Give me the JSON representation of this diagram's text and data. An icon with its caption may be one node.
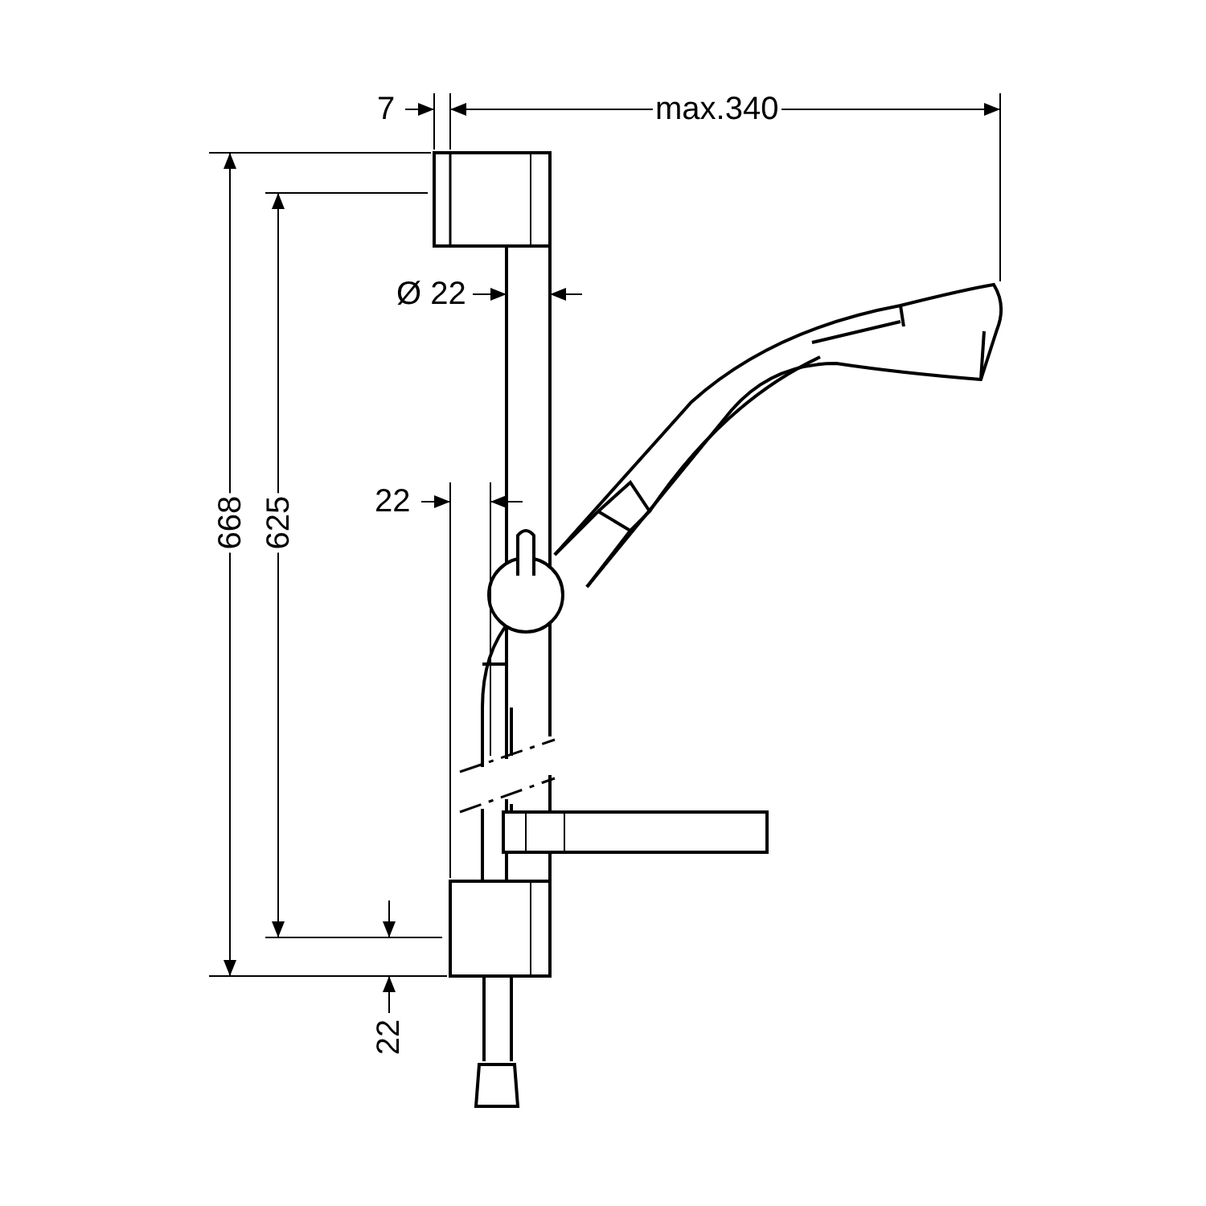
{
  "diagram": {
    "labels": [
      "7",
      "max.340",
      "Ø 22",
      "22",
      "668",
      "625",
      "22"
    ]
  }
}
